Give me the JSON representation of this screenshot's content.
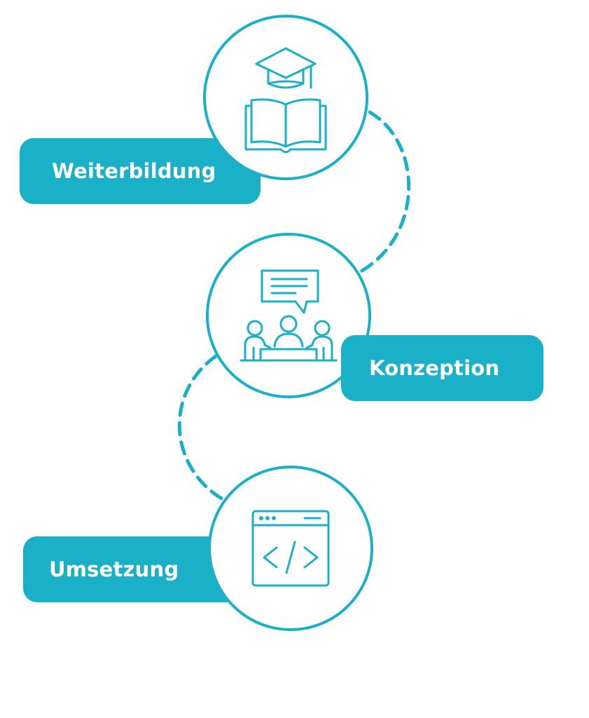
{
  "colors": {
    "accent": "#1ab0c8",
    "label_text": "#ffffff",
    "background": "#ffffff"
  },
  "steps": [
    {
      "label": "Weiterbildung",
      "icon": "graduation-book-icon"
    },
    {
      "label": "Konzeption",
      "icon": "team-meeting-icon"
    },
    {
      "label": "Umsetzung",
      "icon": "code-window-icon"
    }
  ]
}
